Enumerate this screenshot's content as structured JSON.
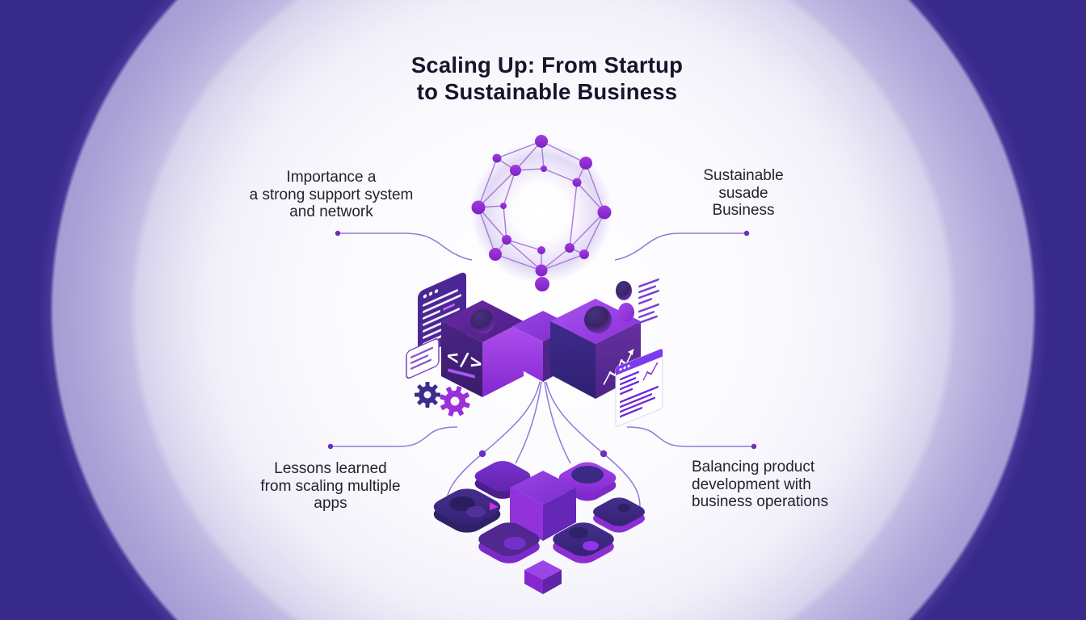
{
  "title": "Scaling Up: From Startup\nto Sustainable Business",
  "callouts": {
    "top_left": "Importance a\na strong support system\nand network",
    "top_right": "Sustainable\nsusade\nBusiness",
    "bottom_left": "Lessons learned\nfrom scaling multiple\napps",
    "bottom_right": "Balancing product\ndevelopment with\nbusiness operations"
  },
  "cube_code_icon_label": "</>",
  "icons": [
    "network-sphere-icon",
    "code-cube-icon",
    "center-cube-icon",
    "chart-cube-icon",
    "browser-panel-icon",
    "document-panel-icon",
    "list-panel-icon",
    "gear-icon-dark",
    "gear-icon-bright",
    "app-blocks-icon",
    "connector-dot"
  ],
  "colors": {
    "background_corner_indigo": "#372a8a",
    "background_lavender": "#a59dd4",
    "background_center": "#fdfdfe",
    "bright_purple": "#9333ea",
    "violet": "#6d28d9",
    "dark_violet": "#4c2586",
    "deep_indigo_shape": "#3b2a85",
    "fuchsia_accent": "#cb2fe0",
    "connector_line": "#8f7ad8",
    "connector_dot": "#6c2fc0",
    "title_text": "#15152b",
    "label_text": "#232230"
  }
}
